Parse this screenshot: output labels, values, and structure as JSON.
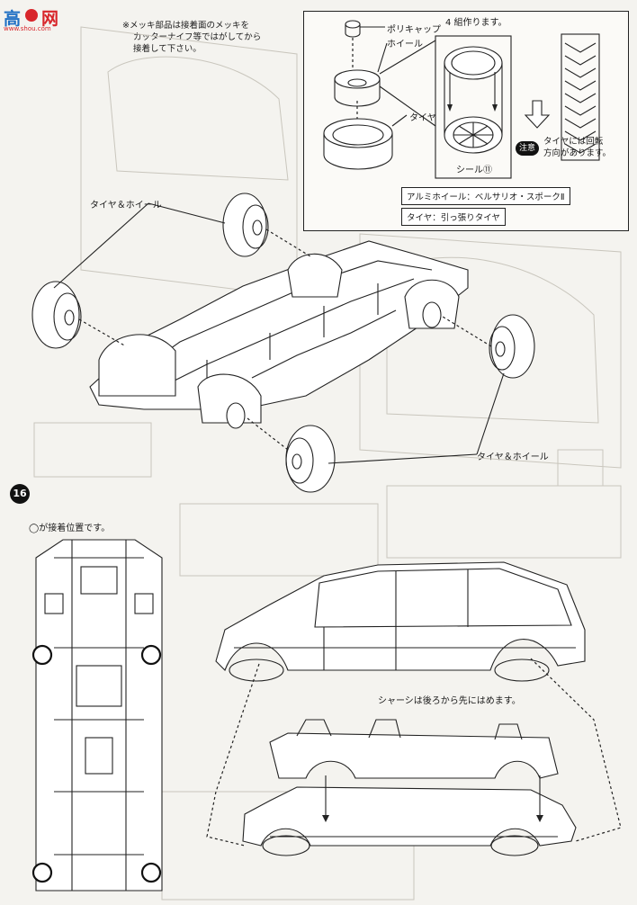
{
  "watermark": {
    "logo_text": "高",
    "logo_text2": "网",
    "url": "www.shou.com"
  },
  "note_top": {
    "lines": [
      "※メッキ部品は接着面のメッキを",
      "カッターナイフ等ではがしてから",
      "接着して下さい。"
    ]
  },
  "wheel_assembly": {
    "count_note": "4 組作ります。",
    "labels": {
      "polycap": "ポリキャップ",
      "wheel": "ホイール",
      "tire": "タイヤ",
      "seal": "シール⑪"
    },
    "caution_badge": "注意",
    "caution_text": [
      "タイヤには回転",
      "方向があります。"
    ],
    "spec_wheel": "アルミホイール：ベルサリオ・スポークⅡ",
    "spec_tire": "タイヤ：引っ張りタイヤ"
  },
  "chassis_step": {
    "label_tire_wheel_1": "タイヤ＆ホイール",
    "label_tire_wheel_2": "タイヤ＆ホイール"
  },
  "step16": {
    "number": "16",
    "glue_note": "◯が接着位置です。",
    "body_note": "シャーシは後ろから先にはめます。"
  },
  "colors": {
    "line": "#222222",
    "background": "#f4f3ef",
    "ghost": "#c9c6bd",
    "watermark_red": "#d8262b",
    "watermark_blue": "#1e6fc4"
  }
}
